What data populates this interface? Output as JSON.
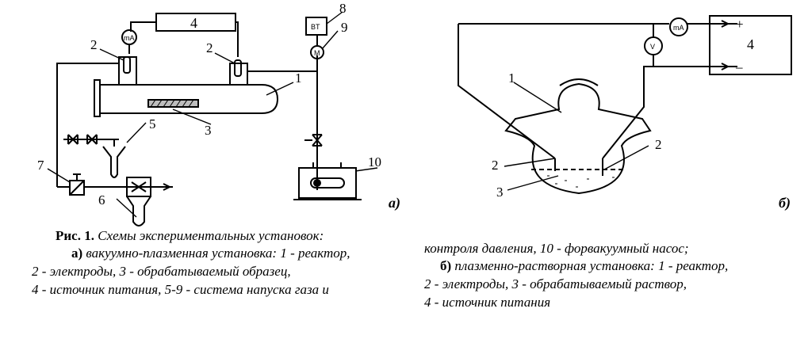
{
  "figure": {
    "panel_a_tag": "а)",
    "panel_b_tag": "б)"
  },
  "panel_a": {
    "labels": [
      "1",
      "2",
      "2",
      "3",
      "4",
      "5",
      "6",
      "7",
      "8",
      "9",
      "10"
    ],
    "power_supply_label": "4",
    "ammeter_symbol": "mA",
    "gauge_symbol": "BT",
    "manometer_symbol": "M"
  },
  "panel_b": {
    "labels": [
      "1",
      "2",
      "2",
      "3"
    ],
    "power_supply_label": "4",
    "ammeter_symbol": "mA",
    "voltmeter_symbol": "V",
    "plus_sign": "+",
    "minus_sign": "–"
  },
  "caption": {
    "fig_label": "Рис. 1.",
    "title": "Схемы экспериментальных установок:",
    "a_tag": "а)",
    "a_line1": "вакуумно-плазменная установка: 1 - реактор,",
    "a_line2": "2 - электроды, 3 - обрабатываемый образец,",
    "a_line3": "4 - источник питания, 5-9 - система напуска газа и",
    "a_line4": "контроля давления, 10 - форвакуумный насос;",
    "b_tag": "б)",
    "b_line1": "плазменно-растворная установка: 1 - реактор,",
    "b_line2": "2 - электроды, 3 - обрабатываемый раствор,",
    "b_line3": "4 - источник питания"
  }
}
